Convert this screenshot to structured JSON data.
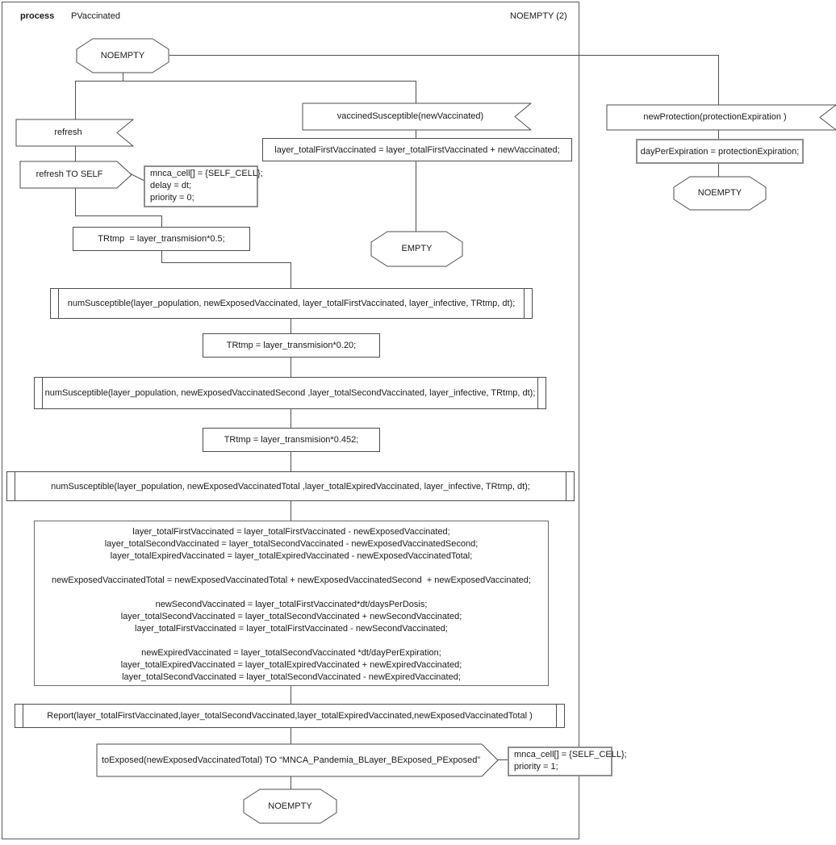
{
  "header": {
    "kind_label": "process",
    "name": "PVaccinated",
    "state_label": "NOEMPTY (2)"
  },
  "states": {
    "top": "NOEMPTY",
    "empty": "EMPTY",
    "bottom": "NOEMPTY",
    "right": "NOEMPTY"
  },
  "main_flow": {
    "refresh_receive": "refresh",
    "refresh_send": "refresh TO SELF",
    "refresh_send_params": [
      "mnca_cell[] = {SELF_CELL};",
      "delay = dt;",
      "priority = 0;"
    ],
    "trtmp1": "TRtmp  = layer_transmision*0.5;",
    "num_susceptible1": "numSusceptible(layer_population, newExposedVaccinated, layer_totalFirstVaccinated, layer_infective, TRtmp, dt);",
    "trtmp2": "TRtmp = layer_transmision*0.20;",
    "num_susceptible2": "numSusceptible(layer_population, newExposedVaccinatedSecond ,layer_totalSecondVaccinated, layer_infective, TRtmp, dt);",
    "trtmp3": "TRtmp = layer_transmision*0.452;",
    "num_susceptible3": "numSusceptible(layer_population, newExposedVaccinatedTotal ,layer_totalExpiredVaccinated, layer_infective, TRtmp, dt);",
    "update_block": [
      "layer_totalFirstVaccinated = layer_totalFirstVaccinated - newExposedVaccinated;",
      "layer_totalSecondVaccinated = layer_totalSecondVaccinated - newExposedVaccinatedSecond;",
      "layer_totalExpiredVaccinated = layer_totalExpiredVaccinated - newExposedVaccinatedTotal;",
      "",
      "newExposedVaccinatedTotal = newExposedVaccinatedTotal + newExposedVaccinatedSecond  + newExposedVaccinated;",
      "",
      "newSecondVaccinated = layer_totalFirstVaccinated*dt/daysPerDosis;",
      "layer_totalSecondVaccinated = layer_totalSecondVaccinated + newSecondVaccinated;",
      "layer_totalFirstVaccinated = layer_totalFirstVaccinated - newSecondVaccinated;",
      "",
      "newExpiredVaccinated = layer_totalSecondVaccinated *dt/dayPerExpiration;",
      "layer_totalExpiredVaccinated = layer_totalExpiredVaccinated + newExpiredVaccinated;",
      "layer_totalSecondVaccinated = layer_totalSecondVaccinated - newExpiredVaccinated;"
    ],
    "report": "Report(layer_totalFirstVaccinated,layer_totalSecondVaccinated,layer_totalExpiredVaccinated,newExposedVaccinatedTotal )",
    "to_exposed": "toExposed(newExposedVaccinatedTotal) TO “MNCA_Pandemia_BLayer_BExposed_PExposed”",
    "to_exposed_params": [
      "mnca_cell[] = {SELF_CELL};",
      "priority = 1;"
    ]
  },
  "vaccined_branch": {
    "receive": "vaccinedSusceptible(newVaccinated)",
    "assign": "layer_totalFirstVaccinated = layer_totalFirstVaccinated + newVaccinated;"
  },
  "protection_branch": {
    "receive": "newProtection(protectionExpiration )",
    "assign": "dayPerExpiration = protectionExpiration;"
  },
  "colors": {
    "line": "#4f4f4f",
    "shape_border": "#4d4d4d",
    "attached_box_border": "#8f8f8f",
    "background": "#ffffff",
    "text": "#1a1a1a"
  }
}
